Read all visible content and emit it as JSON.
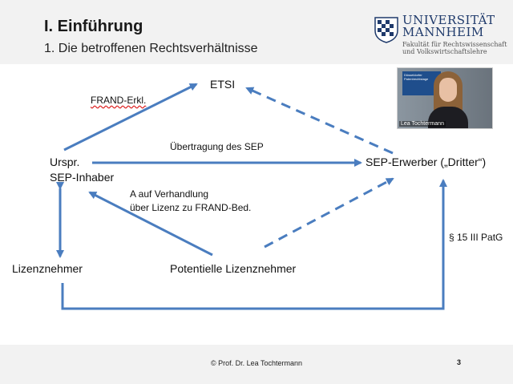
{
  "header": {
    "title": "I. Einführung",
    "subtitle": "1. Die betroffenen Rechtsverhältnisse",
    "university_name_line1": "UNIVERSITÄT",
    "university_name_line2": "MANNHEIM",
    "faculty_line1": "Fakultät für Rechtswissenschaft",
    "faculty_line2": "und Volkswirtschaftslehre"
  },
  "diagram": {
    "nodes": {
      "etsi": "ETSI",
      "inhaber_line1": "Urspr.",
      "inhaber_line2": "SEP-Inhaber",
      "erwerber": "SEP-Erwerber („Dritter“)",
      "lizenznehmer": "Lizenznehmer",
      "potentielle": "Potentielle Lizenznehmer"
    },
    "edges": {
      "frand_erkl": "FRAND-Erkl.",
      "uebertragung": "Übertragung des SEP",
      "anspruch_line1": "A auf Verhandlung",
      "anspruch_line2": "über Lizenz zu FRAND-Bed.",
      "patg": "§ 15 III PatG"
    },
    "arrow_color": "#4a7dbf"
  },
  "webcam": {
    "participant_name": "Lea Tochtermann",
    "poster_text": "Düsseldorfer Patentrechtstage"
  },
  "footer": {
    "copyright": "© Prof. Dr.  Lea Tochtermann",
    "page_number": "3"
  }
}
